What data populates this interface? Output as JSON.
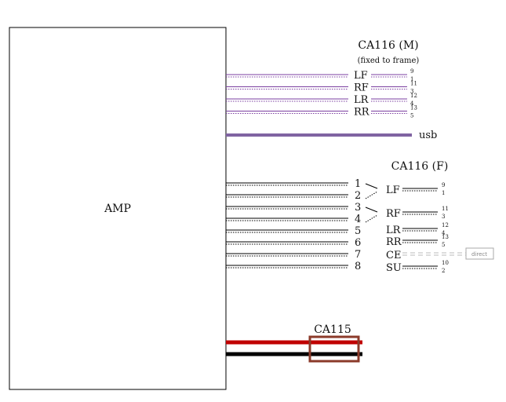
{
  "amp": {
    "label": "AMP"
  },
  "ca116m": {
    "title": "CA116 (M)",
    "subtitle": "(fixed to frame)",
    "color": "#7b3fa0",
    "channels": [
      {
        "label": "LF",
        "pins": [
          "9",
          "1"
        ]
      },
      {
        "label": "RF",
        "pins": [
          "11",
          "3"
        ]
      },
      {
        "label": "LR",
        "pins": [
          "12",
          "4"
        ]
      },
      {
        "label": "RR",
        "pins": [
          "13",
          "5"
        ]
      }
    ]
  },
  "usb": {
    "label": "usb",
    "color": "#8064a2"
  },
  "ca116f": {
    "title": "CA116 (F)",
    "inputs": [
      "1",
      "2",
      "3",
      "4",
      "5",
      "6",
      "7",
      "8"
    ],
    "channels": [
      {
        "label": "LF",
        "pins": [
          "9",
          "1"
        ]
      },
      {
        "label": "RF",
        "pins": [
          "11",
          "3"
        ]
      },
      {
        "label": "LR",
        "pins": [
          "12",
          "4"
        ]
      },
      {
        "label": "RR",
        "pins": [
          "13",
          "5"
        ]
      },
      {
        "label": "CE",
        "pins": [],
        "note": "direct"
      },
      {
        "label": "SU",
        "pins": [
          "10",
          "2"
        ]
      }
    ]
  },
  "ca115": {
    "label": "CA115",
    "wire_colors": [
      "#c00000",
      "#000000"
    ],
    "box_color": "#8b3a2a"
  }
}
